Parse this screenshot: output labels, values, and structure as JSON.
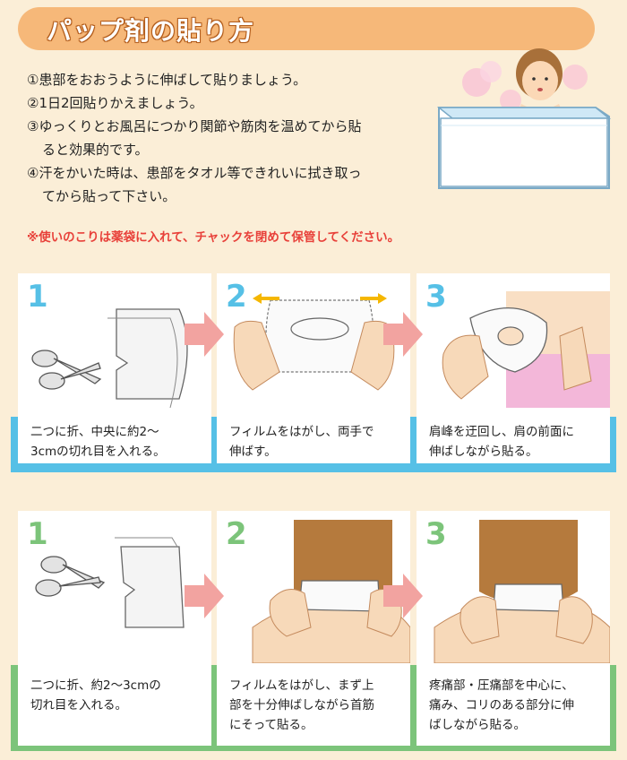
{
  "title": "パップ剤の貼り方",
  "instructions": [
    "①患部をおおうように伸ばして貼りましょう。",
    "②1日2回貼りかえましょう。",
    "③ゆっくりとお風呂につかり関節や筋肉を温めてから貼",
    "ると効果的です。",
    "④汗をかいた時は、患部をタオル等できれいに拭き取っ",
    "てから貼って下さい。"
  ],
  "warning": "※使いのこりは薬袋に入れて、チャックを閉めて保管してください。",
  "section_shoulder": {
    "color": "#56c0e6",
    "steps": [
      {
        "number": "1",
        "caption": [
          "二つに折、中央に約2〜",
          "3cmの切れ目を入れる。"
        ]
      },
      {
        "number": "2",
        "caption": [
          "フィルムをはがし、両手で",
          "伸ばす。"
        ]
      },
      {
        "number": "3",
        "caption": [
          "肩峰を迂回し、肩の前面に",
          "伸ばしながら貼る。"
        ]
      }
    ]
  },
  "section_neck": {
    "color": "#7cc47a",
    "steps": [
      {
        "number": "1",
        "caption": [
          "二つに折、約2〜3cmの",
          "切れ目を入れる。"
        ]
      },
      {
        "number": "2",
        "caption": [
          "フィルムをはがし、まず上",
          "部を十分伸ばしながら首筋",
          "にそって貼る。"
        ]
      },
      {
        "number": "3",
        "caption": [
          "疼痛部・圧痛部を中心に、",
          "痛み、コリのある部分に伸",
          "ばしながら貼る。"
        ]
      }
    ]
  },
  "colors": {
    "banner": "#f6b879",
    "warning": "#e8413a",
    "arrow": "#f2a3a0",
    "step_blue": "#56c0e6",
    "step_green": "#7cc47a"
  }
}
